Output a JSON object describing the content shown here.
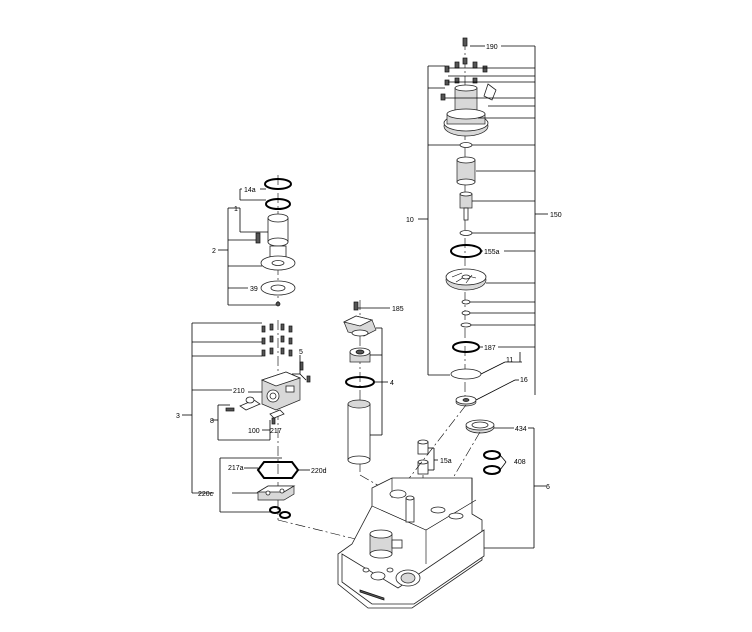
{
  "labels": {
    "l190": "190",
    "l10": "10",
    "l150": "150",
    "l155a": "155a",
    "l185": "185",
    "l187": "187",
    "l11": "11",
    "l16": "16",
    "l4": "4",
    "l434": "434",
    "l408": "408",
    "l15a": "15a",
    "l6": "6",
    "l14a": "14a",
    "l1": "1",
    "l2": "2",
    "l39": "39",
    "l5": "5",
    "l210": "210",
    "l3": "3",
    "l8": "8",
    "l100": "100",
    "l217": "217",
    "l217a": "217a",
    "l220d": "220d",
    "l220c": "220c"
  }
}
